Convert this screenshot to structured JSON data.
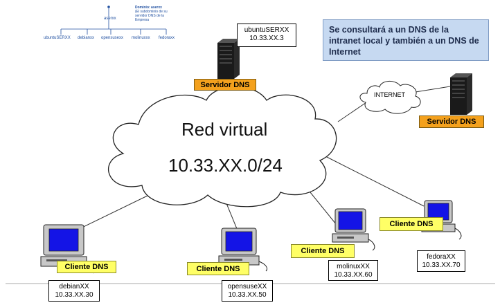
{
  "domain_tree": {
    "root": "aserxx",
    "note": [
      "Dominio: aserxx",
      "(El subdominio de su",
      "servidor DNS de la",
      "Empresa"
    ],
    "children": [
      "ubuntuSERXX",
      "debianxx",
      "opensusexx",
      "molinuxxx",
      "fedoraxx"
    ]
  },
  "note_text": "Se consultará a un DNS de la intranet local y también a un DNS de Internet",
  "cloud": {
    "title": "Red virtual",
    "subnet": "10.33.XX.0/24"
  },
  "internet_label": "INTERNET",
  "server_local": {
    "label": "Servidor DNS",
    "name": "ubuntuSERXX",
    "ip": "10.33.XX.3"
  },
  "server_internet": {
    "label": "Servidor DNS"
  },
  "clients": [
    {
      "label": "Cliente DNS",
      "name": "debianXX",
      "ip": "10.33.XX.30"
    },
    {
      "label": "Cliente DNS",
      "name": "opensuseXX",
      "ip": "10.33.XX.50"
    },
    {
      "label": "Cliente DNS",
      "name": "molinuxXX",
      "ip": "10.33.XX.60"
    },
    {
      "label": "Cliente DNS",
      "name": "fedoraXX",
      "ip": "10.33.XX.70"
    }
  ],
  "colors": {
    "server_tag": "#f4a11d",
    "client_tag": "#ffff66",
    "note_bg": "#c6d9f1",
    "screen": "#1414e6"
  }
}
